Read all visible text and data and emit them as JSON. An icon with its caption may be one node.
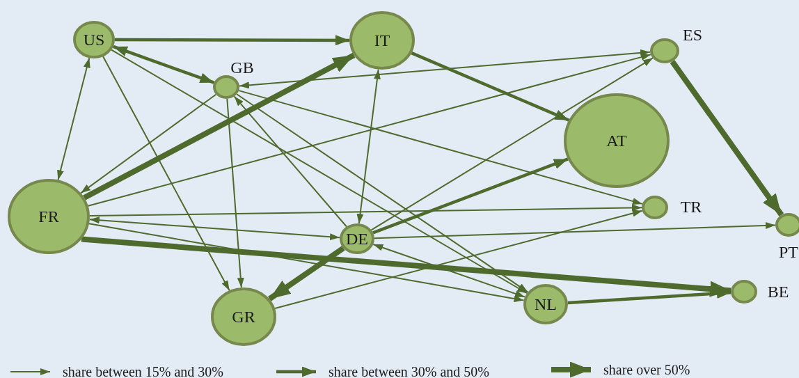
{
  "diagram": {
    "nodes": [
      {
        "text": [
          "US"
        ]
      },
      {
        "text": [
          "IT"
        ]
      },
      {
        "text": [
          "ES"
        ]
      },
      {
        "text": [
          "GB"
        ]
      },
      {
        "text": [
          "AT"
        ]
      },
      {
        "text": [
          "FR"
        ]
      },
      {
        "text": [
          "TR"
        ]
      },
      {
        "text": [
          "DE"
        ]
      },
      {
        "text": [
          "PT"
        ]
      },
      {
        "text": [
          "GR"
        ]
      },
      {
        "text": [
          "NL"
        ]
      },
      {
        "text": [
          "BE"
        ]
      }
    ],
    "edges": [
      {
        "from": 0,
        "to": 1,
        "arrow": "to",
        "style": "thick"
      },
      {
        "from": 0,
        "to": 3,
        "arrow": "both",
        "style": "thick"
      },
      {
        "from": 0,
        "to": 5,
        "arrow": "both"
      },
      {
        "from": 0,
        "to": 9,
        "arrow": "to"
      },
      {
        "from": 0,
        "to": 10,
        "arrow": "to"
      },
      {
        "from": 3,
        "to": 5,
        "arrow": "to"
      },
      {
        "from": 3,
        "to": 9,
        "arrow": "to"
      },
      {
        "from": 3,
        "to": 10,
        "arrow": "to"
      },
      {
        "from": 3,
        "to": 6,
        "arrow": "to"
      },
      {
        "from": 3,
        "to": 2,
        "arrow": "both"
      },
      {
        "from": 5,
        "to": 1,
        "arrow": "to",
        "style": "thick"
      },
      {
        "from": 5,
        "to": 2,
        "arrow": "to"
      },
      {
        "from": 5,
        "to": 6,
        "arrow": "to"
      },
      {
        "from": 5,
        "to": 7,
        "arrow": "both"
      },
      {
        "from": 5,
        "to": 11,
        "arrow": "to",
        "style": "thick"
      },
      {
        "from": 5,
        "to": 10,
        "arrow": "to"
      },
      {
        "from": 1,
        "to": 4,
        "arrow": "to",
        "style": "thick"
      },
      {
        "from": 1,
        "to": 7,
        "arrow": "both"
      },
      {
        "from": 2,
        "to": 8,
        "arrow": "to",
        "style": "thick"
      },
      {
        "from": 7,
        "to": 3,
        "arrow": "to"
      },
      {
        "from": 7,
        "to": 2,
        "arrow": "to"
      },
      {
        "from": 7,
        "to": 4,
        "arrow": "to",
        "style": "thick"
      },
      {
        "from": 7,
        "to": 8,
        "arrow": "to"
      },
      {
        "from": 7,
        "to": 9,
        "arrow": "to",
        "style": "thick"
      },
      {
        "from": 7,
        "to": 10,
        "arrow": "both"
      },
      {
        "from": 9,
        "to": 6,
        "arrow": "to"
      },
      {
        "from": 10,
        "to": 11,
        "arrow": "to",
        "style": "thick"
      }
    ],
    "legend": [
      {
        "text": "share between 15% and 30%"
      },
      {
        "text": "share between 30% and 50%"
      },
      {
        "text": "share over 50%"
      }
    ]
  }
}
